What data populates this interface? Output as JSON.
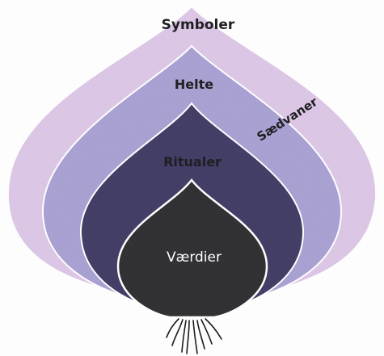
{
  "diagram": {
    "layers": [
      {
        "key": "symbols",
        "label": "Symboler",
        "fill": "#dcc6e6"
      },
      {
        "key": "heroes",
        "label": "Helte",
        "fill": "#a8a0d2"
      },
      {
        "key": "rituals",
        "label": "Ritualer",
        "fill": "#403b64"
      },
      {
        "key": "values",
        "label": "Værdier",
        "fill": "#2e2e31"
      }
    ],
    "practices_label": "Sædvaner",
    "colors": {
      "outline": "#ffffff",
      "label_dark": "#1f1f22",
      "label_light": "#ffffff",
      "roots": "#1c1c1c"
    }
  }
}
